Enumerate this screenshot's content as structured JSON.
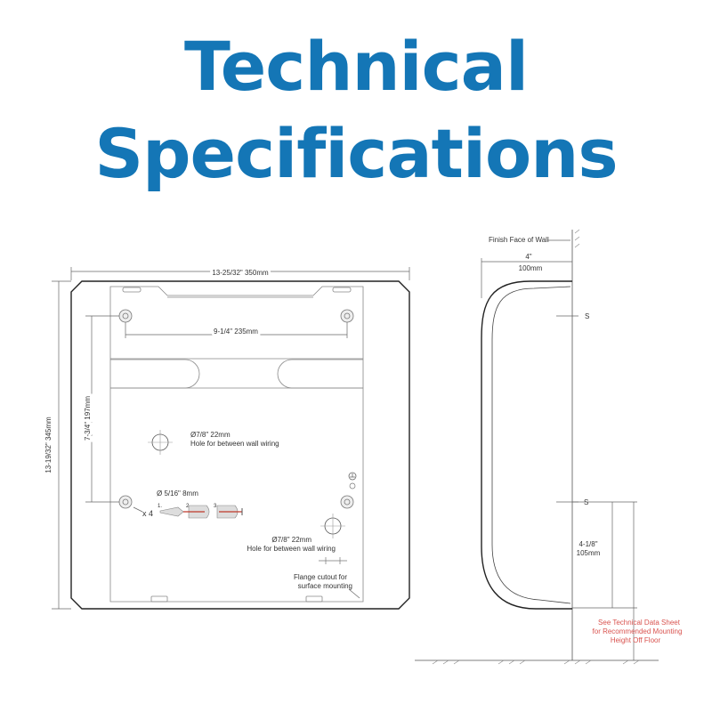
{
  "title": {
    "line1": "Technical",
    "line2": "Specifications"
  },
  "front_view": {
    "overall_width": "13-25/32\"  350mm",
    "overall_height": "13-19/32\"  345mm",
    "hole_spacing_h": "9-1/4\"  235mm",
    "hole_spacing_v": "7-3/4\"  197mm",
    "wiring_hole_1_size": "Ø7/8\" 22mm",
    "wiring_hole_1_note": "Hole for between wall wiring",
    "wiring_hole_2_size": "Ø7/8\" 22mm",
    "wiring_hole_2_note": "Hole for between wall wiring",
    "anchor_size": "Ø 5/16\" 8mm",
    "anchor_count": "x 4",
    "step_1": "1.",
    "step_2": "2.",
    "step_3": "3.",
    "flange_note_line1": "Flange cutout for",
    "flange_note_line2": "surface mounting"
  },
  "side_view": {
    "wall_label": "Finish Face of Wall",
    "depth_in": "4\"",
    "depth_mm": "100mm",
    "sensor_top": "S",
    "sensor_bottom": "S",
    "bottom_dim_in": "4-1/8\"",
    "bottom_dim_mm": "105mm",
    "note_line1": "See Technical Data Sheet",
    "note_line2": "for Recommended Mounting",
    "note_line3": "Height Off Floor",
    "note_color": "#d9534f"
  },
  "colors": {
    "title": "#1476b6"
  }
}
